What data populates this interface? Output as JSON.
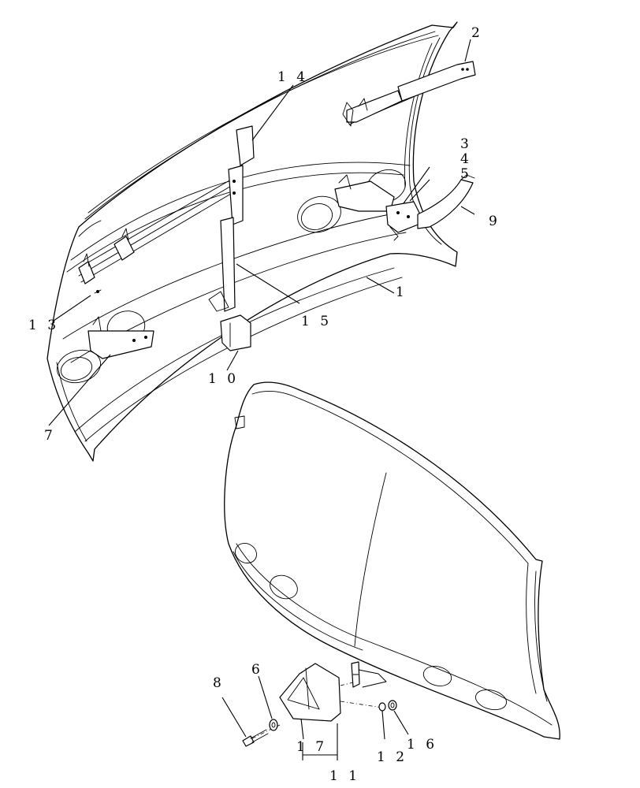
{
  "callouts": {
    "c1": "1",
    "c2": "2",
    "c3": "3",
    "c4": "4",
    "c5": "5",
    "c6": "6",
    "c7a": "7",
    "c8": "8",
    "c9": "9",
    "c10": "1 0",
    "c11": "1 1",
    "c12": "1 2",
    "c13": "1 3",
    "c14": "1 4",
    "c15": "1 5",
    "c16": "1 6",
    "c17": "1 7"
  }
}
